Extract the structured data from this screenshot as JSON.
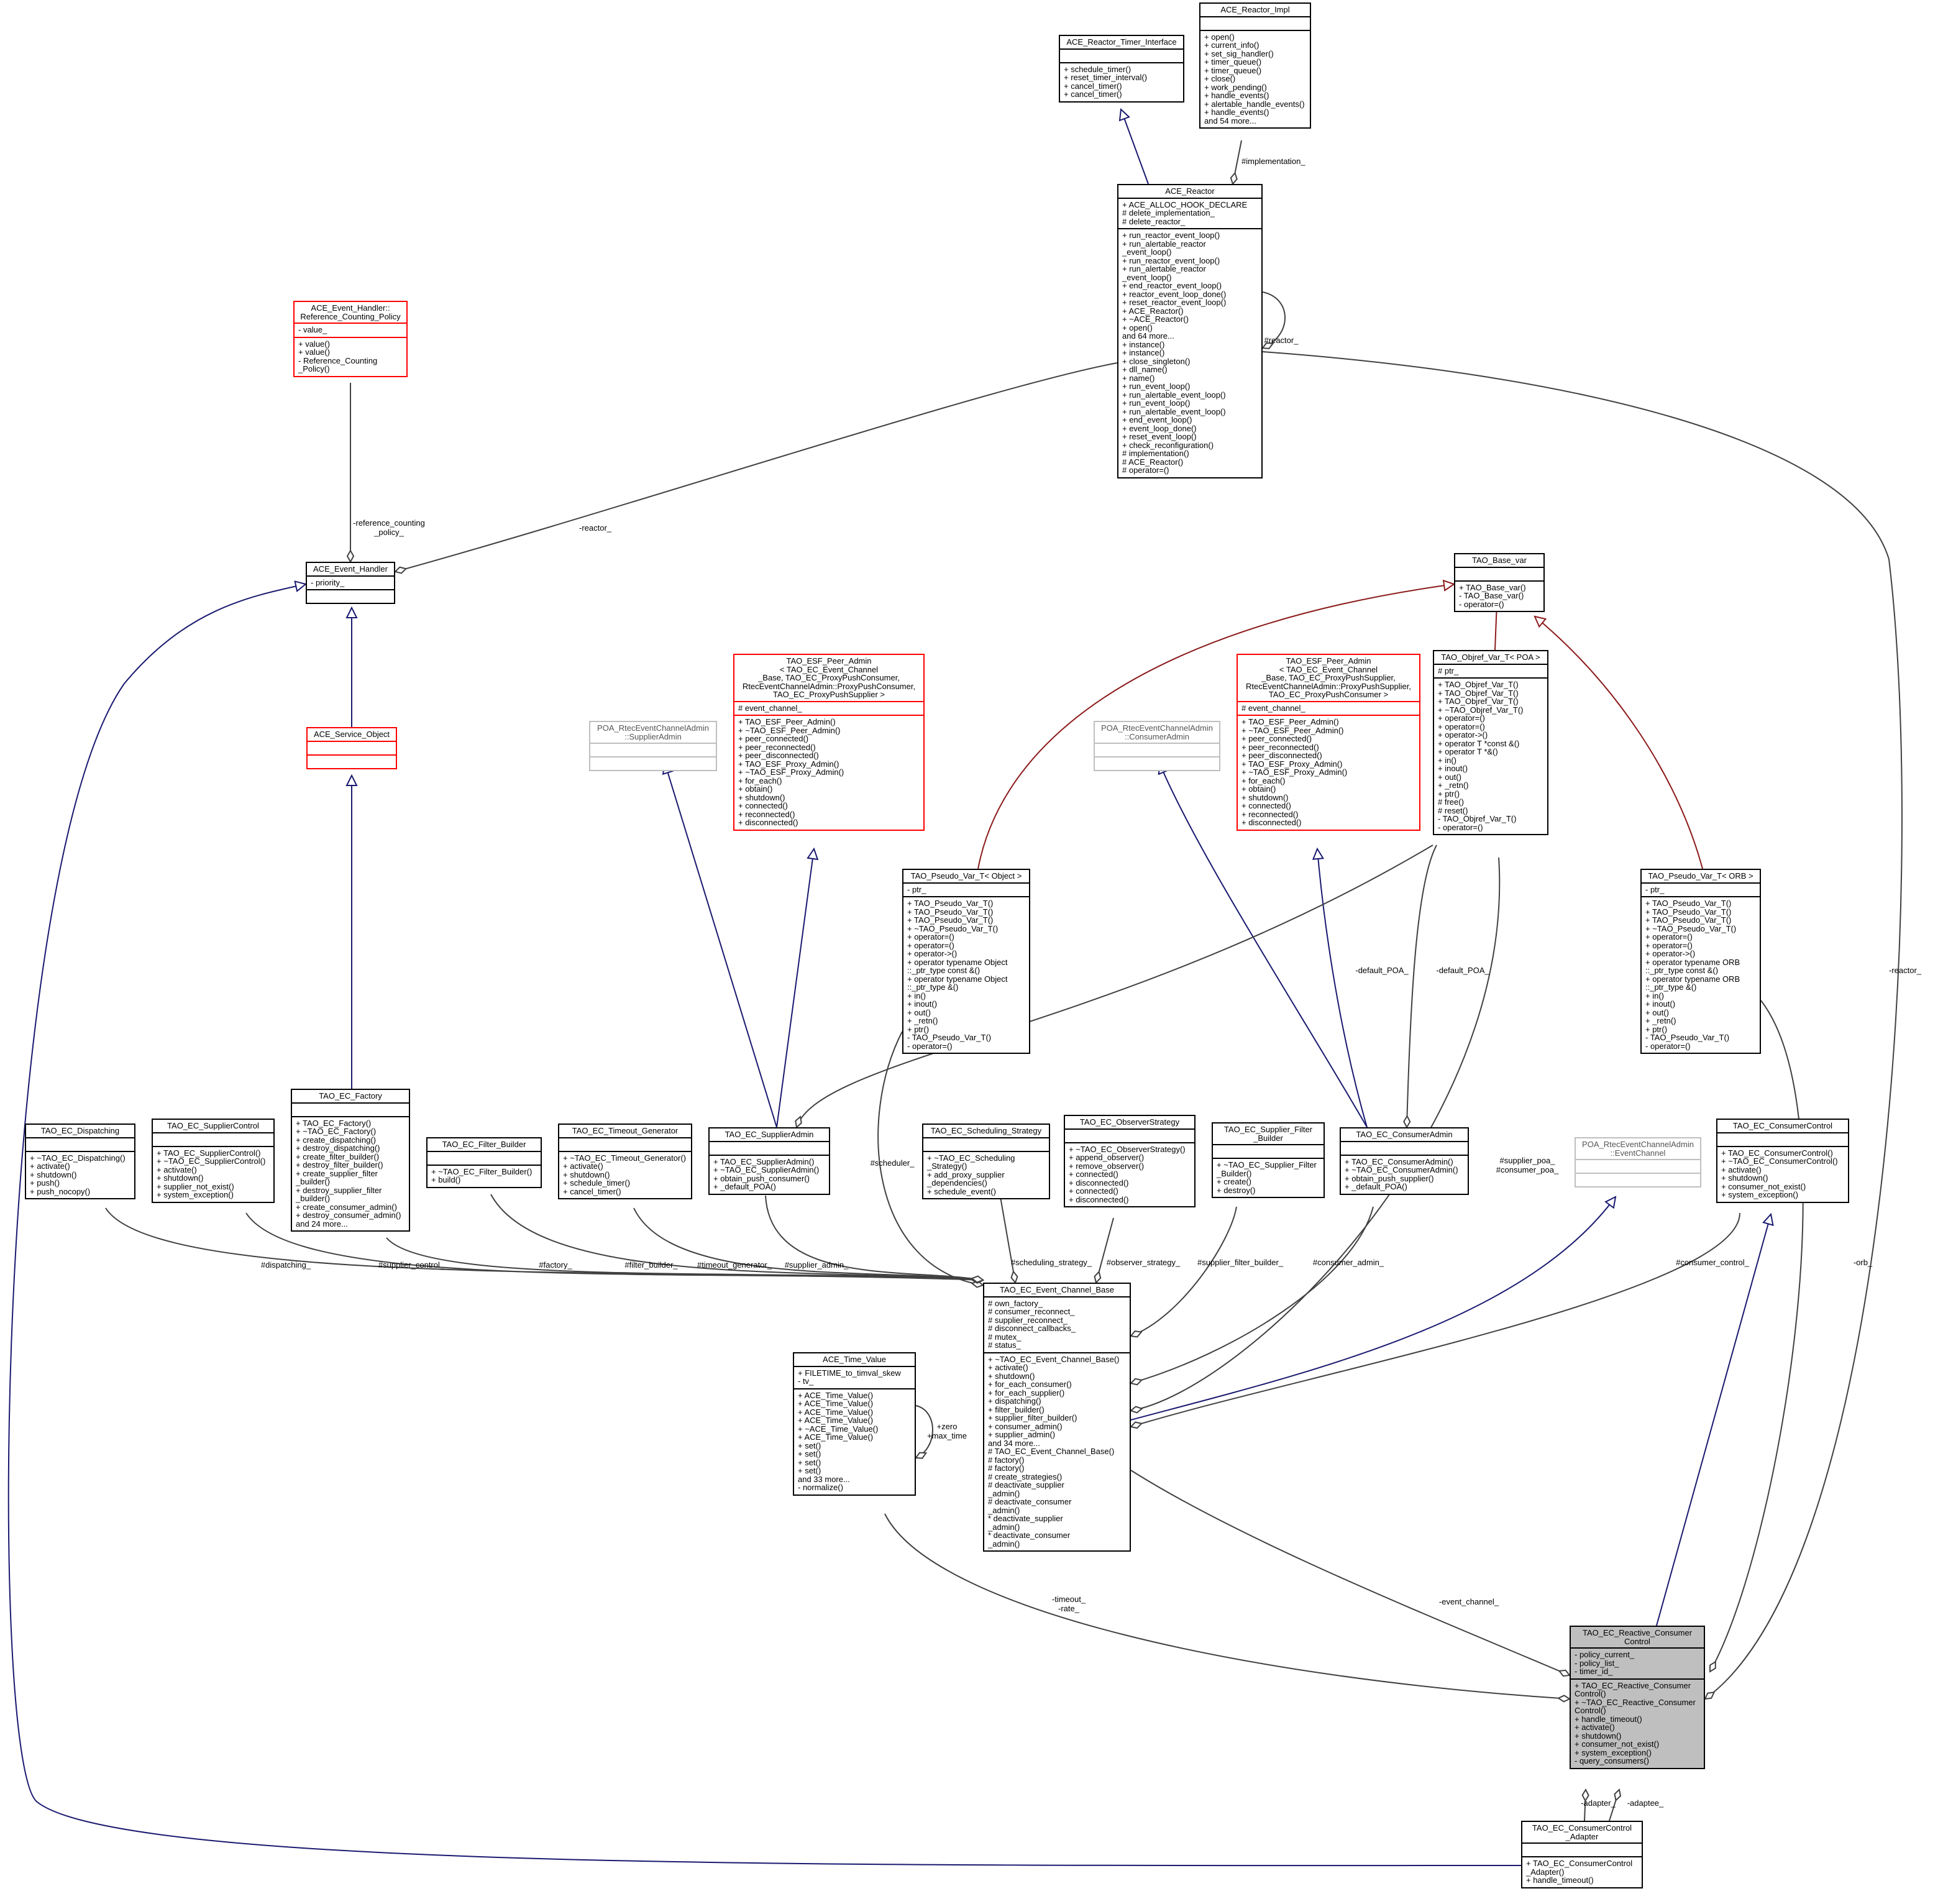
{
  "nodes": [
    {
      "id": "reactor_impl",
      "title": "ACE_Reactor_Impl",
      "attrs": [],
      "ops": [
        "+ open()",
        "+ current_info()",
        "+ set_sig_handler()",
        "+ timer_queue()",
        "+ timer_queue()",
        "+ close()",
        "+ work_pending()",
        "+ handle_events()",
        "+ alertable_handle_events()",
        "+ handle_events()",
        "and 54 more..."
      ]
    },
    {
      "id": "reactor_timer",
      "title": "ACE_Reactor_Timer_Interface",
      "attrs": [],
      "ops": [
        "+ schedule_timer()",
        "+ reset_timer_interval()",
        "+ cancel_timer()",
        "+ cancel_timer()"
      ]
    },
    {
      "id": "ace_reactor",
      "title": "ACE_Reactor",
      "attrs": [
        "+ ACE_ALLOC_HOOK_DECLARE",
        "# delete_implementation_",
        "# delete_reactor_"
      ],
      "ops": [
        "+ run_reactor_event_loop()",
        "+ run_alertable_reactor",
        "_event_loop()",
        "+ run_reactor_event_loop()",
        "+ run_alertable_reactor",
        "_event_loop()",
        "+ end_reactor_event_loop()",
        "+ reactor_event_loop_done()",
        "+ reset_reactor_event_loop()",
        "+ ACE_Reactor()",
        "+ ~ACE_Reactor()",
        "+ open()",
        "and 64 more...",
        "+ instance()",
        "+ instance()",
        "+ close_singleton()",
        "+ dll_name()",
        "+ name()",
        "+ run_event_loop()",
        "+ run_alertable_event_loop()",
        "+ run_event_loop()",
        "+ run_alertable_event_loop()",
        "+ end_event_loop()",
        "+ event_loop_done()",
        "+ reset_event_loop()",
        "+ check_reconfiguration()",
        "# implementation()",
        "# ACE_Reactor()",
        "# operator=()"
      ]
    },
    {
      "id": "ref_policy",
      "title": "ACE_Event_Handler::\nReference_Counting_Policy",
      "attrs": [
        "- value_"
      ],
      "ops": [
        "+ value()",
        "+ value()",
        "- Reference_Counting",
        "_Policy()"
      ]
    },
    {
      "id": "event_handler",
      "title": "ACE_Event_Handler",
      "attrs": [
        "- priority_"
      ],
      "ops": []
    },
    {
      "id": "service_object",
      "title": "ACE_Service_Object",
      "attrs": [],
      "ops": []
    },
    {
      "id": "tao_base_var",
      "title": "TAO_Base_var",
      "attrs": [],
      "ops": [
        "+ TAO_Base_var()",
        "- TAO_Base_var()",
        "- operator=()"
      ]
    },
    {
      "id": "esf_supplier",
      "title": "TAO_ESF_Peer_Admin\n< TAO_EC_Event_Channel\n_Base, TAO_EC_ProxyPushConsumer,\n RtecEventChannelAdmin::ProxyPushConsumer,\n TAO_EC_ProxyPushSupplier >",
      "attrs": [
        "# event_channel_"
      ],
      "ops": [
        "+ TAO_ESF_Peer_Admin()",
        "+ ~TAO_ESF_Peer_Admin()",
        "+ peer_connected()",
        "+ peer_reconnected()",
        "+ peer_disconnected()",
        "+ TAO_ESF_Proxy_Admin()",
        "+ ~TAO_ESF_Proxy_Admin()",
        "+ for_each()",
        "+ obtain()",
        "+ shutdown()",
        "+ connected()",
        "+ reconnected()",
        "+ disconnected()"
      ]
    },
    {
      "id": "poa_supplier",
      "title": "POA_RtecEventChannelAdmin\n::SupplierAdmin",
      "attrs": [],
      "ops": []
    },
    {
      "id": "poa_consumer",
      "title": "POA_RtecEventChannelAdmin\n::ConsumerAdmin",
      "attrs": [],
      "ops": []
    },
    {
      "id": "esf_consumer",
      "title": "TAO_ESF_Peer_Admin\n< TAO_EC_Event_Channel\n_Base, TAO_EC_ProxyPushSupplier,\n RtecEventChannelAdmin::ProxyPushSupplier,\n TAO_EC_ProxyPushConsumer >",
      "attrs": [
        "# event_channel_"
      ],
      "ops": [
        "+ TAO_ESF_Peer_Admin()",
        "+ ~TAO_ESF_Peer_Admin()",
        "+ peer_connected()",
        "+ peer_reconnected()",
        "+ peer_disconnected()",
        "+ TAO_ESF_Proxy_Admin()",
        "+ ~TAO_ESF_Proxy_Admin()",
        "+ for_each()",
        "+ obtain()",
        "+ shutdown()",
        "+ connected()",
        "+ reconnected()",
        "+ disconnected()"
      ]
    },
    {
      "id": "objref_poa",
      "title": "TAO_Objref_Var_T< POA >",
      "attrs": [
        "# ptr_"
      ],
      "ops": [
        "+ TAO_Objref_Var_T()",
        "+ TAO_Objref_Var_T()",
        "+ TAO_Objref_Var_T()",
        "+ ~TAO_Objref_Var_T()",
        "+ operator=()",
        "+ operator=()",
        "+ operator->()",
        "+ operator T *const &()",
        "+ operator T *&()",
        "+ in()",
        "+ inout()",
        "+ out()",
        "+ _retn()",
        "+ ptr()",
        "# free()",
        "# reset()",
        "- TAO_Objref_Var_T()",
        "- operator=()"
      ]
    },
    {
      "id": "pseudo_object",
      "title": "TAO_Pseudo_Var_T< Object >",
      "attrs": [
        "- ptr_"
      ],
      "ops": [
        "+ TAO_Pseudo_Var_T()",
        "+ TAO_Pseudo_Var_T()",
        "+ TAO_Pseudo_Var_T()",
        "+ ~TAO_Pseudo_Var_T()",
        "+ operator=()",
        "+ operator=()",
        "+ operator->()",
        "+ operator typename Object",
        "::_ptr_type const &()",
        "+ operator typename Object",
        "::_ptr_type &()",
        "+ in()",
        "+ inout()",
        "+ out()",
        "+ _retn()",
        "+ ptr()",
        "- TAO_Pseudo_Var_T()",
        "- operator=()"
      ]
    },
    {
      "id": "pseudo_orb",
      "title": "TAO_Pseudo_Var_T< ORB >",
      "attrs": [
        "- ptr_"
      ],
      "ops": [
        "+ TAO_Pseudo_Var_T()",
        "+ TAO_Pseudo_Var_T()",
        "+ TAO_Pseudo_Var_T()",
        "+ ~TAO_Pseudo_Var_T()",
        "+ operator=()",
        "+ operator=()",
        "+ operator->()",
        "+ operator typename ORB",
        "::_ptr_type const &()",
        "+ operator typename ORB",
        "::_ptr_type &()",
        "+ in()",
        "+ inout()",
        "+ out()",
        "+ _retn()",
        "+ ptr()",
        "- TAO_Pseudo_Var_T()",
        "- operator=()"
      ]
    },
    {
      "id": "dispatching",
      "title": "TAO_EC_Dispatching",
      "attrs": [],
      "ops": [
        "+ ~TAO_EC_Dispatching()",
        "+ activate()",
        "+ shutdown()",
        "+ push()",
        "+ push_nocopy()"
      ]
    },
    {
      "id": "supplier_control",
      "title": "TAO_EC_SupplierControl",
      "attrs": [],
      "ops": [
        "+ TAO_EC_SupplierControl()",
        "+ ~TAO_EC_SupplierControl()",
        "+ activate()",
        "+ shutdown()",
        "+ supplier_not_exist()",
        "+ system_exception()"
      ]
    },
    {
      "id": "factory",
      "title": "TAO_EC_Factory",
      "attrs": [],
      "ops": [
        "+ TAO_EC_Factory()",
        "+ ~TAO_EC_Factory()",
        "+ create_dispatching()",
        "+ destroy_dispatching()",
        "+ create_filter_builder()",
        "+ destroy_filter_builder()",
        "+ create_supplier_filter",
        "_builder()",
        "+ destroy_supplier_filter",
        "_builder()",
        "+ create_consumer_admin()",
        "+ destroy_consumer_admin()",
        "and 24 more..."
      ]
    },
    {
      "id": "filter_builder",
      "title": "TAO_EC_Filter_Builder",
      "attrs": [],
      "ops": [
        "+ ~TAO_EC_Filter_Builder()",
        "+ build()"
      ]
    },
    {
      "id": "timeout_gen",
      "title": "TAO_EC_Timeout_Generator",
      "attrs": [],
      "ops": [
        "+ ~TAO_EC_Timeout_Generator()",
        "+ activate()",
        "+ shutdown()",
        "+ schedule_timer()",
        "+ cancel_timer()"
      ]
    },
    {
      "id": "supplier_admin",
      "title": "TAO_EC_SupplierAdmin",
      "attrs": [],
      "ops": [
        "+ TAO_EC_SupplierAdmin()",
        "+ ~TAO_EC_SupplierAdmin()",
        "+ obtain_push_consumer()",
        "+ _default_POA()"
      ]
    },
    {
      "id": "sched_strategy",
      "title": "TAO_EC_Scheduling_Strategy",
      "attrs": [],
      "ops": [
        "+ ~TAO_EC_Scheduling",
        "_Strategy()",
        "+ add_proxy_supplier",
        "_dependencies()",
        "+ schedule_event()"
      ]
    },
    {
      "id": "observer_strategy",
      "title": "TAO_EC_ObserverStrategy",
      "attrs": [],
      "ops": [
        "+ ~TAO_EC_ObserverStrategy()",
        "+ append_observer()",
        "+ remove_observer()",
        "+ connected()",
        "+ disconnected()",
        "+ connected()",
        "+ disconnected()"
      ]
    },
    {
      "id": "supplier_filter_builder",
      "title": "TAO_EC_Supplier_Filter\n_Builder",
      "attrs": [],
      "ops": [
        "+ ~TAO_EC_Supplier_Filter",
        "_Builder()",
        "+ create()",
        "+ destroy()"
      ]
    },
    {
      "id": "consumer_admin",
      "title": "TAO_EC_ConsumerAdmin",
      "attrs": [],
      "ops": [
        "+ TAO_EC_ConsumerAdmin()",
        "+ ~TAO_EC_ConsumerAdmin()",
        "+ obtain_push_supplier()",
        "+ _default_POA()"
      ]
    },
    {
      "id": "poa_event_channel",
      "title": "POA_RtecEventChannelAdmin\n::EventChannel",
      "attrs": [],
      "ops": []
    },
    {
      "id": "consumer_control",
      "title": "TAO_EC_ConsumerControl",
      "attrs": [],
      "ops": [
        "+ TAO_EC_ConsumerControl()",
        "+ ~TAO_EC_ConsumerControl()",
        "+ activate()",
        "+ shutdown()",
        "+ consumer_not_exist()",
        "+ system_exception()"
      ]
    },
    {
      "id": "event_channel_base",
      "title": "TAO_EC_Event_Channel_Base",
      "attrs": [
        "# own_factory_",
        "# consumer_reconnect_",
        "# supplier_reconnect_",
        "# disconnect_callbacks_",
        "# mutex_",
        "# status_"
      ],
      "ops": [
        "+ ~TAO_EC_Event_Channel_Base()",
        "+ activate()",
        "+ shutdown()",
        "+ for_each_consumer()",
        "+ for_each_supplier()",
        "+ dispatching()",
        "+ filter_builder()",
        "+ supplier_filter_builder()",
        "+ consumer_admin()",
        "+ supplier_admin()",
        "and 34 more...",
        "# TAO_EC_Event_Channel_Base()",
        "# factory()",
        "# factory()",
        "# create_strategies()",
        "# deactivate_supplier",
        "_admin()",
        "# deactivate_consumer",
        "_admin()",
        "* deactivate_supplier",
        "_admin()",
        "* deactivate_consumer",
        "_admin()"
      ]
    },
    {
      "id": "time_value",
      "title": "ACE_Time_Value",
      "attrs": [
        "+ FILETIME_to_timval_skew",
        "- tv_"
      ],
      "ops": [
        "+ ACE_Time_Value()",
        "+ ACE_Time_Value()",
        "+ ACE_Time_Value()",
        "+ ACE_Time_Value()",
        "+ ~ACE_Time_Value()",
        "+ ACE_Time_Value()",
        "+ set()",
        "+ set()",
        "+ set()",
        "+ set()",
        "and 33 more...",
        "- normalize()"
      ]
    },
    {
      "id": "reactive_control",
      "title": "TAO_EC_Reactive_Consumer\nControl",
      "attrs": [
        "- policy_current_",
        "- policy_list_",
        "- timer_id_"
      ],
      "ops": [
        "+ TAO_EC_Reactive_Consumer",
        "Control()",
        "+ ~TAO_EC_Reactive_Consumer",
        "Control()",
        "+ handle_timeout()",
        "+ activate()",
        "+ shutdown()",
        "+ consumer_not_exist()",
        "+ system_exception()",
        "- query_consumers()"
      ]
    },
    {
      "id": "control_adapter",
      "title": "TAO_EC_ConsumerControl\n_Adapter",
      "attrs": [],
      "ops": [
        "+ TAO_EC_ConsumerControl",
        "_Adapter()",
        "+ handle_timeout()"
      ]
    }
  ],
  "edge_labels": {
    "implementation": "#implementation_",
    "reactor_self": "#reactor_",
    "reactor_handler": "-reactor_",
    "reactor_right": "-reactor_",
    "ref_counting": "-reference_counting\n_policy_",
    "default_poa_1": "-default_POA_",
    "default_poa_2": "-default_POA_",
    "scheduler": "#scheduler_",
    "supplier_poa": "#supplier_poa_\n#consumer_poa_",
    "orb": "-orb_",
    "dispatching": "#dispatching_",
    "supplier_control": "#supplier_control_",
    "factory": "#factory_",
    "filter_builder": "#filter_builder_",
    "timeout_generator": "#timeout_generator_",
    "supplier_admin": "#supplier_admin_",
    "scheduling_strategy": "#scheduling_strategy_",
    "observer_strategy": "#observer_strategy_",
    "supplier_filter_builder": "#supplier_filter_builder_",
    "consumer_admin": "#consumer_admin_",
    "consumer_control": "#consumer_control_",
    "zero_max": "+zero\n+max_time",
    "timeout_rate": "-timeout_\n-rate_",
    "event_channel": "-event_channel_",
    "adapter": "-adapter_",
    "adaptee": "-adaptee_"
  }
}
